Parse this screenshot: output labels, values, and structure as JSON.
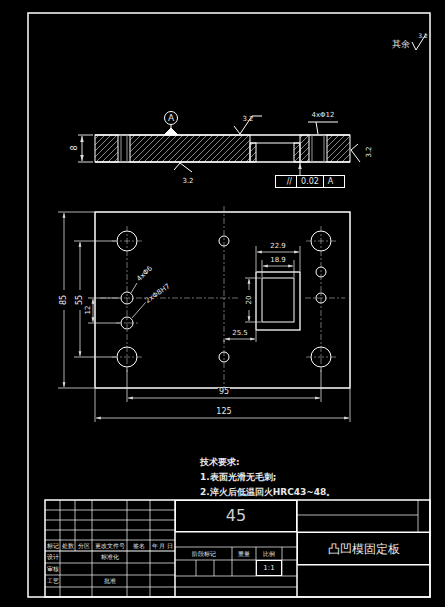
{
  "diagram": {
    "nodes": [
      {
        "text": [
          "A"
        ]
      },
      {
        "text": [
          "//",
          "0.02",
          "A"
        ]
      },
      {
        "text": [
          "45"
        ]
      },
      {
        "text": [
          "凸凹模固定板"
        ]
      },
      {
        "text": [
          "1:1"
        ]
      }
    ],
    "labels": [
      "其余",
      "3.2",
      "3.2",
      "4xΦ12",
      "8",
      "3.2",
      "3.2",
      "22.9",
      "18.9",
      "20",
      "25.5",
      "4xΦ6",
      "2xΦ8H7",
      "85",
      "55",
      "12",
      "95",
      "125",
      "技术要求:",
      "1.表面光滑无毛刺;",
      "2.淬火后低温回火HRC43~48。",
      "标记",
      "处数",
      "分区",
      "更改文件号",
      "签名",
      "年 月 日",
      "设计",
      "标准化",
      "审核",
      "工艺",
      "批准",
      "阶段标记",
      "重量",
      "比例"
    ]
  }
}
